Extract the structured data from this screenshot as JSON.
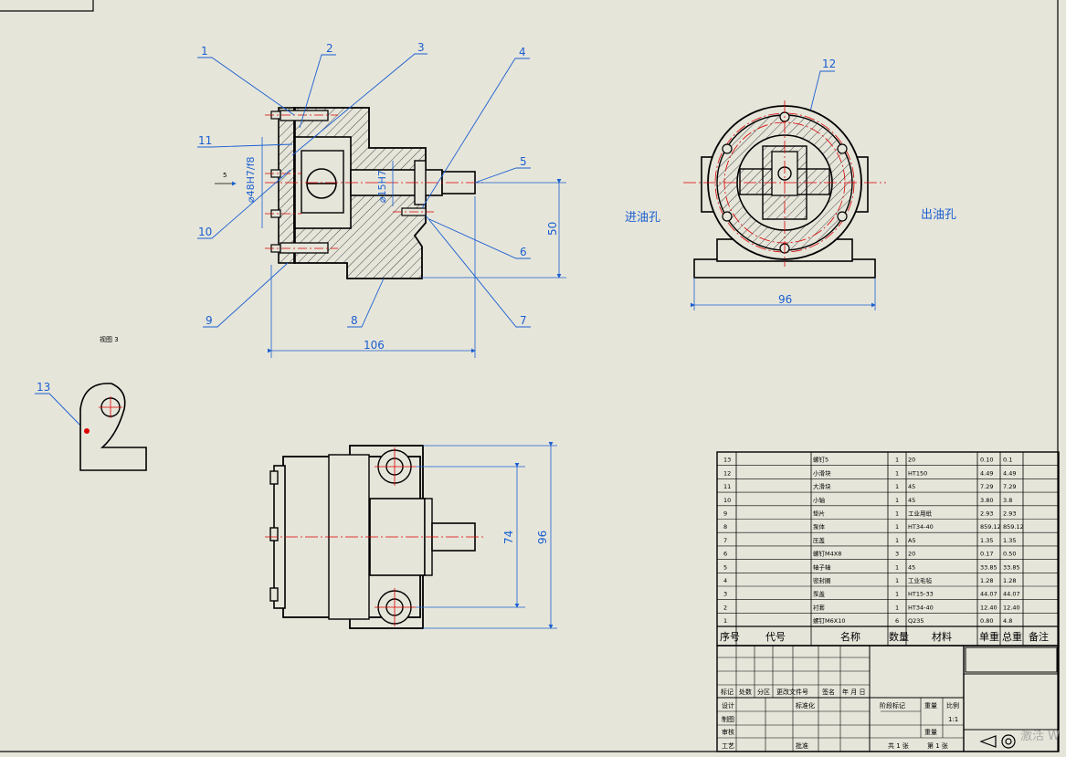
{
  "balloons": [
    "1",
    "2",
    "3",
    "4",
    "5",
    "6",
    "7",
    "8",
    "9",
    "10",
    "11",
    "12",
    "13"
  ],
  "dimensions": {
    "fit_dia": "⌀48H7/f8",
    "shaft_dia": "⌀15H7",
    "height": "50",
    "length": "106",
    "base_width": "96",
    "bolt_span": "74",
    "overall_width": "96"
  },
  "labels": {
    "view3": "视图 3",
    "inlet": "进油孔",
    "outlet": "出油孔",
    "arrow_tag": "5"
  },
  "bom": {
    "header": {
      "seq": "序号",
      "code": "代号",
      "name": "名称",
      "qty": "数量",
      "material": "材料",
      "unit_wt": "单重",
      "total_wt": "总重",
      "remarks": "备注"
    },
    "rows": [
      {
        "seq": "13",
        "name": "螺钉5",
        "qty": "1",
        "material": "20",
        "unit": "0.10",
        "total": "0.1"
      },
      {
        "seq": "12",
        "name": "小滑块",
        "qty": "1",
        "material": "HT150",
        "unit": "4.49",
        "total": "4.49"
      },
      {
        "seq": "11",
        "name": "大滑块",
        "qty": "1",
        "material": "45",
        "unit": "7.29",
        "total": "7.29"
      },
      {
        "seq": "10",
        "name": "小轴",
        "qty": "1",
        "material": "45",
        "unit": "3.80",
        "total": "3.8"
      },
      {
        "seq": "9",
        "name": "垫片",
        "qty": "1",
        "material": "工业用纸",
        "unit": "2.93",
        "total": "2.93"
      },
      {
        "seq": "8",
        "name": "泵体",
        "qty": "1",
        "material": "HT34-40",
        "unit": "859.12",
        "total": "859.12"
      },
      {
        "seq": "7",
        "name": "压盖",
        "qty": "1",
        "material": "A5",
        "unit": "1.35",
        "total": "1.35"
      },
      {
        "seq": "6",
        "name": "螺钉M4X8",
        "qty": "3",
        "material": "20",
        "unit": "0.17",
        "total": "0.50"
      },
      {
        "seq": "5",
        "name": "轴子轴",
        "qty": "1",
        "material": "45",
        "unit": "33.85",
        "total": "33.85"
      },
      {
        "seq": "4",
        "name": "密封圈",
        "qty": "1",
        "material": "工业毛毡",
        "unit": "1.28",
        "total": "1.28"
      },
      {
        "seq": "3",
        "name": "泵盖",
        "qty": "1",
        "material": "HT15-33",
        "unit": "44.07",
        "total": "44.07"
      },
      {
        "seq": "2",
        "name": "衬套",
        "qty": "1",
        "material": "HT34-40",
        "unit": "12.40",
        "total": "12.40"
      },
      {
        "seq": "1",
        "name": "螺钉M6X10",
        "qty": "6",
        "material": "Q235",
        "unit": "0.80",
        "total": "4.8"
      }
    ]
  },
  "title_block": {
    "mark": "标记",
    "count": "处数",
    "zone": "分区",
    "change_doc": "更改文件号",
    "sign": "签名",
    "date": "年 月 日",
    "design": "设计",
    "standard": "标准化",
    "stage_mark": "阶段标记",
    "weight": "重量",
    "scale": "比例",
    "scale_value": "1:1",
    "draft": "制图",
    "review": "审核",
    "process": "工艺",
    "approve": "批准",
    "total_sheets": "共 1 张",
    "sheet_no": "第 1 张"
  },
  "watermark": "激活 W"
}
